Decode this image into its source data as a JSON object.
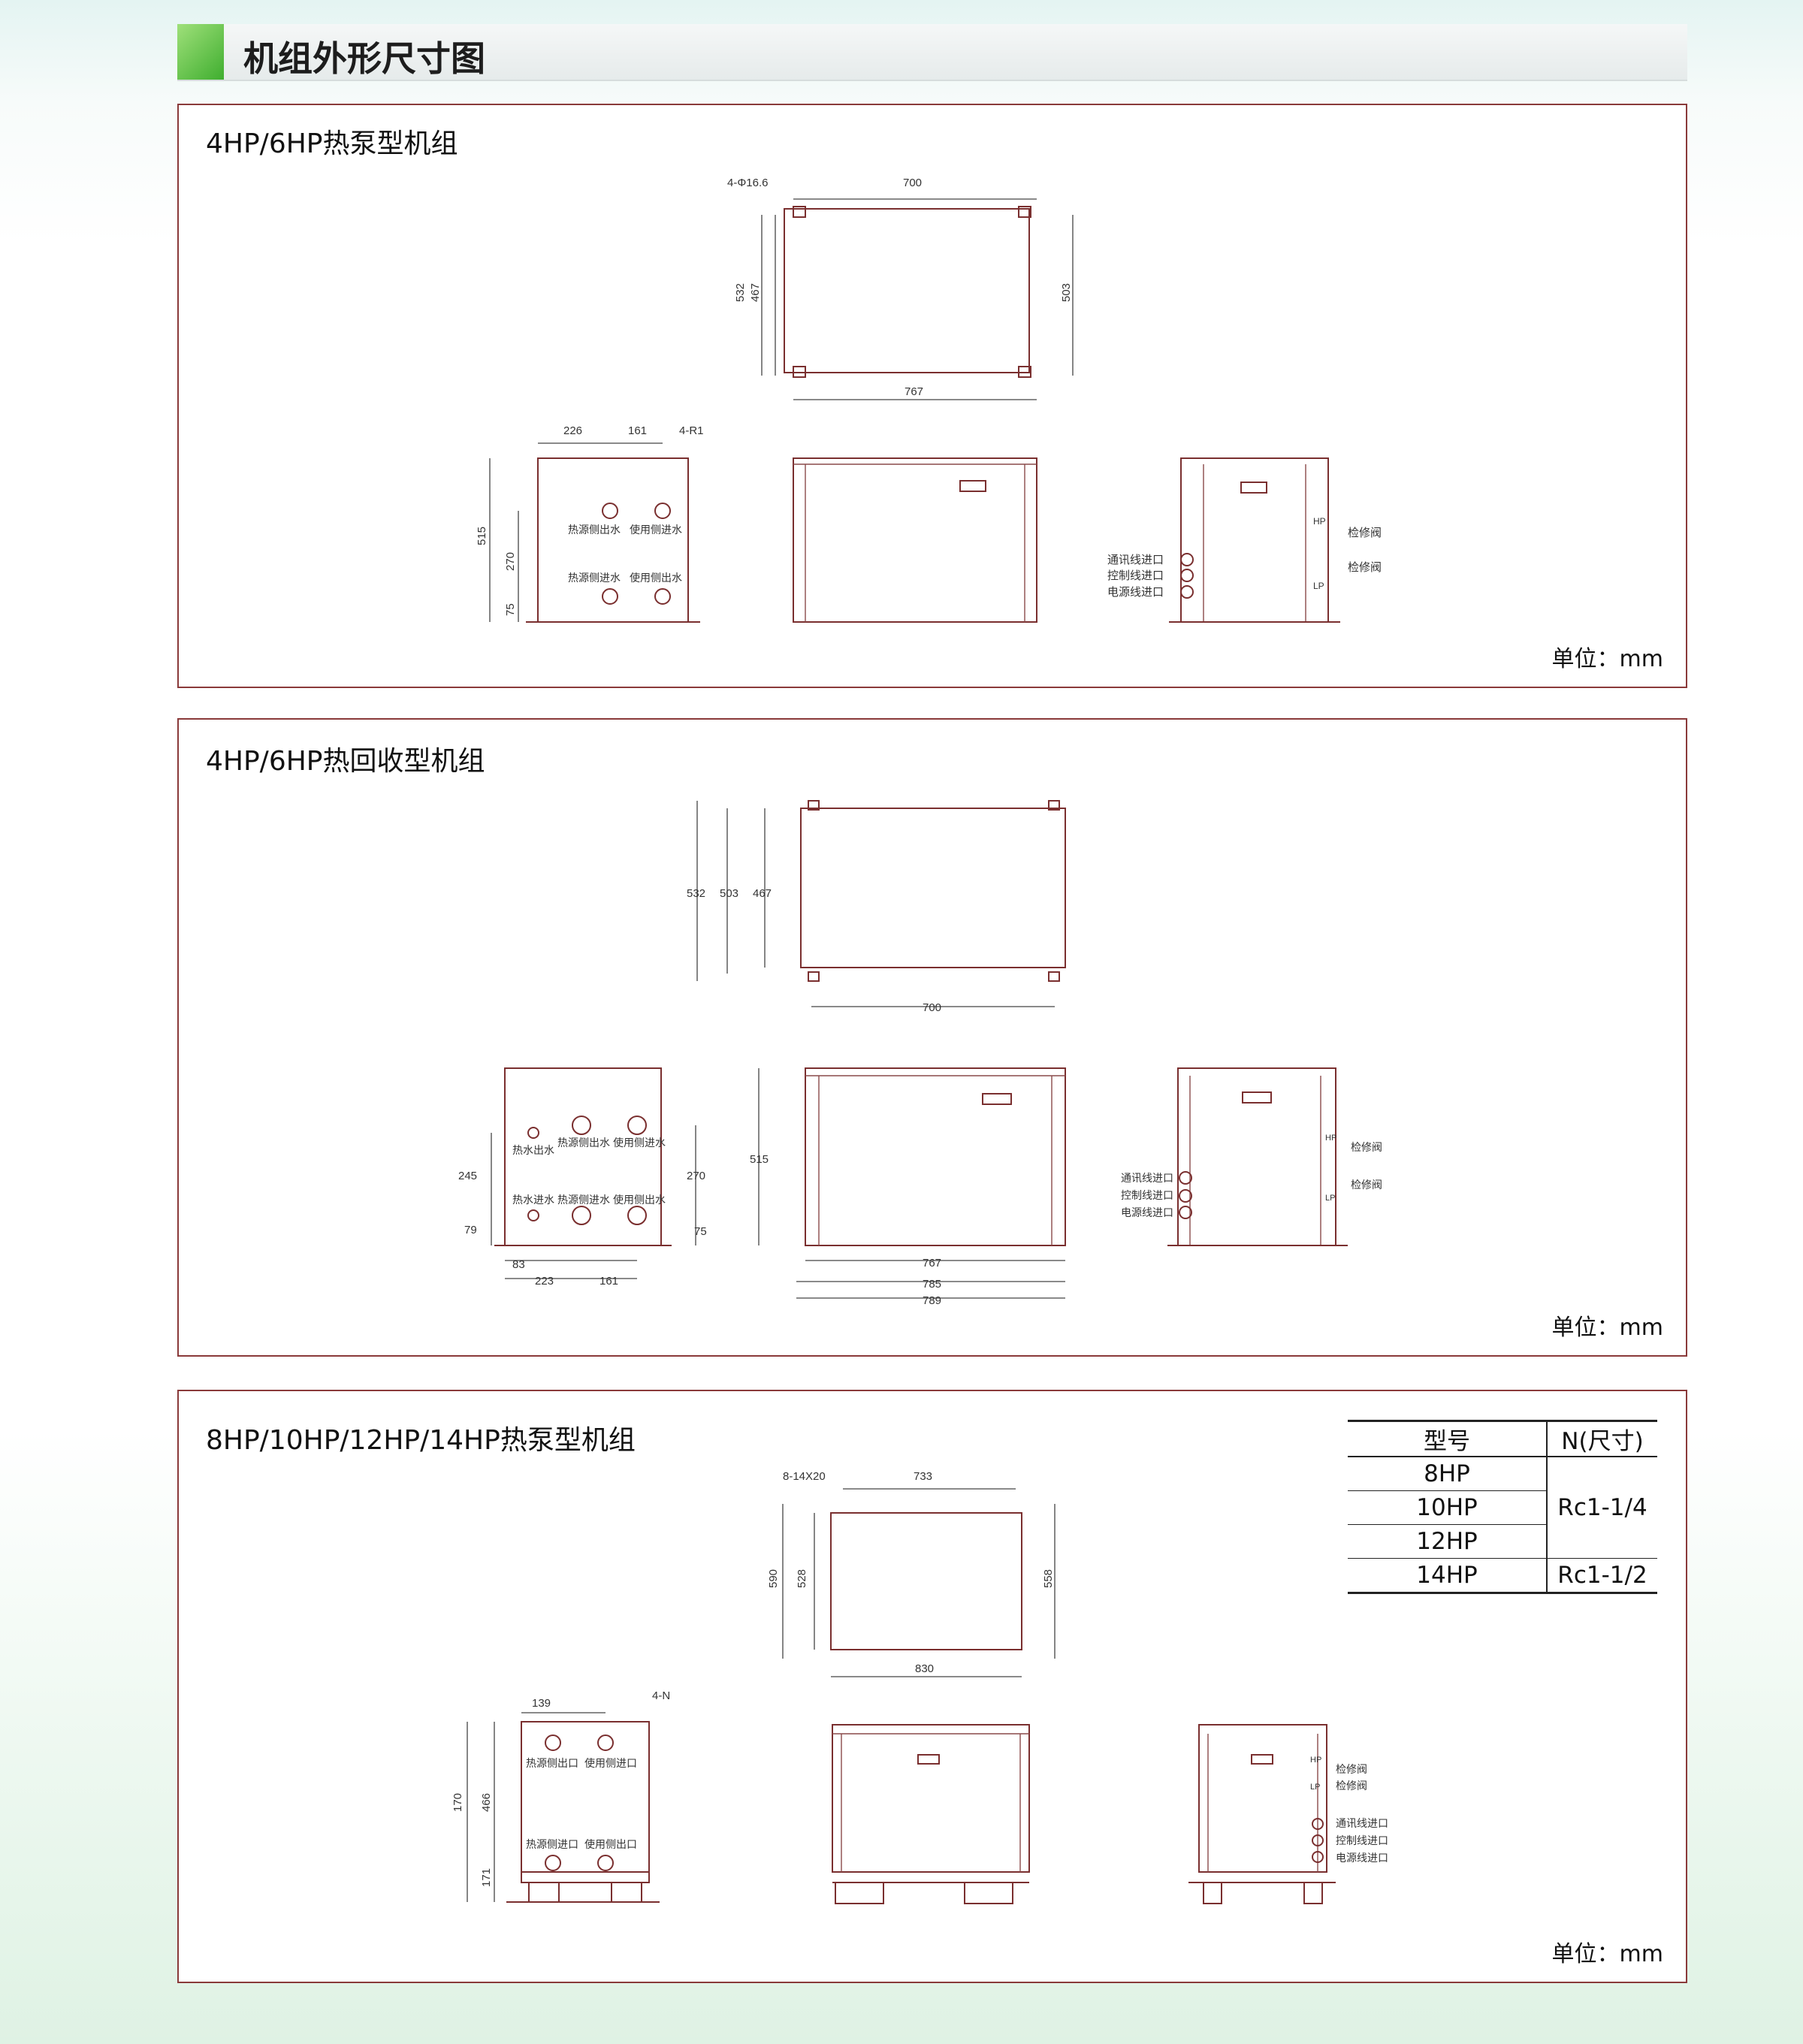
{
  "page_title": "机组外形尺寸图",
  "unit_label": "单位：mm",
  "panels": [
    {
      "title": "4HP/6HP热泵型机组",
      "dims": [
        "4-Φ16.6",
        "700",
        "532",
        "467",
        "503",
        "767",
        "226",
        "161",
        "4-R1",
        "515",
        "270",
        "75"
      ],
      "ports": [
        "热源侧出水",
        "使用侧进水",
        "热源侧进水",
        "使用侧出水"
      ],
      "side_labels": [
        "通讯线进口",
        "控制线进口",
        "电源线进口",
        "检修阀",
        "检修阀",
        "HP",
        "LP"
      ]
    },
    {
      "title": "4HP/6HP热回收型机组",
      "dims": [
        "532",
        "503",
        "467",
        "700",
        "245",
        "270",
        "79",
        "75",
        "83",
        "223",
        "161",
        "515",
        "767",
        "785",
        "789"
      ],
      "ports": [
        "热水出水",
        "热源侧出水",
        "使用侧进水",
        "热水进水",
        "热源侧进水",
        "使用侧出水"
      ],
      "side_labels": [
        "通讯线进口",
        "控制线进口",
        "电源线进口",
        "检修阀",
        "检修阀",
        "HP",
        "LP"
      ]
    },
    {
      "title": "8HP/10HP/12HP/14HP热泵型机组",
      "dims": [
        "8-14X20",
        "733",
        "590",
        "528",
        "558",
        "830",
        "139",
        "4-N",
        "170",
        "466",
        "171"
      ],
      "ports": [
        "热源侧出口",
        "使用侧进口",
        "热源侧进口",
        "使用侧出口"
      ],
      "side_labels": [
        "检修阀",
        "检修阀",
        "通讯线进口",
        "控制线进口",
        "电源线进口",
        "HP",
        "LP"
      ],
      "spec_table": {
        "headers": [
          "型号",
          "N(尺寸)"
        ],
        "models": [
          "8HP",
          "10HP",
          "12HP",
          "14HP"
        ],
        "sizes": [
          "Rc1-1/4",
          "Rc1-1/2"
        ]
      }
    }
  ]
}
